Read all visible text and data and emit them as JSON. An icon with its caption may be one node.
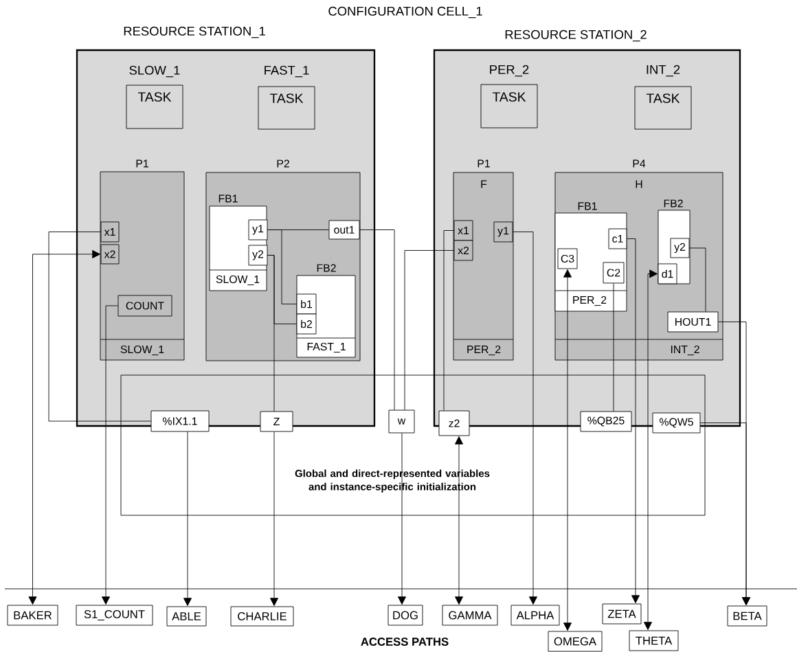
{
  "diagram": {
    "title": "CONFIGURATION CELL_1",
    "nodes": [
      {
        "text": [
          "RESOURCE STATION_1"
        ]
      },
      {
        "text": [
          "SLOW_1",
          "TASK"
        ],
        "in": 0
      },
      {
        "text": [
          "FAST_1",
          "TASK"
        ],
        "in": 0
      },
      {
        "text": [
          "P1",
          "SLOW_1"
        ],
        "in": 0
      },
      {
        "text": [
          "x1"
        ],
        "in": 3
      },
      {
        "text": [
          "x2"
        ],
        "in": 3
      },
      {
        "text": [
          "COUNT"
        ],
        "in": 3
      },
      {
        "text": [
          "P2"
        ],
        "in": 0
      },
      {
        "text": [
          "FB1",
          "SLOW_1"
        ],
        "in": 7
      },
      {
        "text": [
          "y1"
        ],
        "in": 8
      },
      {
        "text": [
          "y2"
        ],
        "in": 8
      },
      {
        "text": [
          "FB2",
          "FAST_1"
        ],
        "in": 7
      },
      {
        "text": [
          "b1"
        ],
        "in": 11
      },
      {
        "text": [
          "b2"
        ],
        "in": 11
      },
      {
        "text": [
          "out1"
        ],
        "in": 7
      },
      {
        "text": [
          "Global and direct-represented variables and instance-specific initialization"
        ]
      },
      {
        "text": [
          "%IX1.1"
        ],
        "in": 15
      },
      {
        "text": [
          "Z"
        ],
        "in": 15
      },
      {
        "text": [
          "w"
        ],
        "in": 15
      },
      {
        "text": [
          "RESOURCE STATION_2"
        ]
      },
      {
        "text": [
          "PER_2",
          "TASK"
        ],
        "in": 19
      },
      {
        "text": [
          "INT_2",
          "TASK"
        ],
        "in": 19
      },
      {
        "text": [
          "P1",
          "F",
          "PER_2"
        ],
        "in": 19
      },
      {
        "text": [
          "x1"
        ],
        "in": 22
      },
      {
        "text": [
          "x2"
        ],
        "in": 22
      },
      {
        "text": [
          "y1"
        ],
        "in": 22
      },
      {
        "text": [
          "P4",
          "H",
          "INT_2"
        ],
        "in": 19
      },
      {
        "text": [
          "FB1",
          "PER_2"
        ],
        "in": 26
      },
      {
        "text": [
          "c1"
        ],
        "in": 27
      },
      {
        "text": [
          "C3"
        ],
        "in": 27
      },
      {
        "text": [
          "C2"
        ],
        "in": 27
      },
      {
        "text": [
          "FB2"
        ],
        "in": 26
      },
      {
        "text": [
          "y2"
        ],
        "in": 31
      },
      {
        "text": [
          "d1"
        ],
        "in": 31
      },
      {
        "text": [
          "HOUT1"
        ],
        "in": 26
      },
      {
        "text": [
          "z2"
        ],
        "in": 15
      },
      {
        "text": [
          "%QB25"
        ],
        "in": 15
      },
      {
        "text": [
          "%QW5"
        ],
        "in": 15
      },
      {
        "text": [
          "BAKER"
        ]
      },
      {
        "text": [
          "S1_COUNT"
        ]
      },
      {
        "text": [
          "ABLE"
        ]
      },
      {
        "text": [
          "CHARLIE"
        ]
      },
      {
        "text": [
          "DOG"
        ]
      },
      {
        "text": [
          "GAMMA"
        ]
      },
      {
        "text": [
          "ALPHA"
        ]
      },
      {
        "text": [
          "OMEGA"
        ]
      },
      {
        "text": [
          "ZETA"
        ]
      },
      {
        "text": [
          "THETA"
        ]
      },
      {
        "text": [
          "BETA"
        ]
      }
    ],
    "edges": [
      {
        "from": 16,
        "to": 4,
        "arrow": "none"
      },
      {
        "from": 38,
        "to": 5,
        "arrow": "both"
      },
      {
        "from": 16,
        "to": 40,
        "arrow": "to"
      },
      {
        "from": 6,
        "to": 39,
        "arrow": "to"
      },
      {
        "from": 9,
        "to": 14,
        "arrow": "none"
      },
      {
        "from": 9,
        "to": 12,
        "arrow": "none"
      },
      {
        "from": 10,
        "to": 13,
        "arrow": "none"
      },
      {
        "from": 10,
        "to": 17,
        "arrow": "none"
      },
      {
        "from": 17,
        "to": 41,
        "arrow": "to"
      },
      {
        "from": 14,
        "to": 18,
        "arrow": "none"
      },
      {
        "from": 18,
        "to": 42,
        "arrow": "to"
      },
      {
        "from": 18,
        "to": 24,
        "arrow": "none"
      },
      {
        "from": 35,
        "to": 23,
        "arrow": "none"
      },
      {
        "from": 35,
        "to": 43,
        "arrow": "both"
      },
      {
        "from": 25,
        "to": 44,
        "arrow": "to"
      },
      {
        "from": 29,
        "to": 45,
        "arrow": "both"
      },
      {
        "from": 30,
        "to": 36,
        "arrow": "none"
      },
      {
        "from": 28,
        "to": 46,
        "arrow": "to"
      },
      {
        "from": 33,
        "to": 47,
        "arrow": "both"
      },
      {
        "from": 32,
        "to": 34,
        "arrow": "none"
      },
      {
        "from": 34,
        "to": 48,
        "arrow": "to"
      },
      {
        "from": 37,
        "to": 48,
        "arrow": "to"
      }
    ],
    "labels": [
      "ACCESS PATHS"
    ]
  }
}
